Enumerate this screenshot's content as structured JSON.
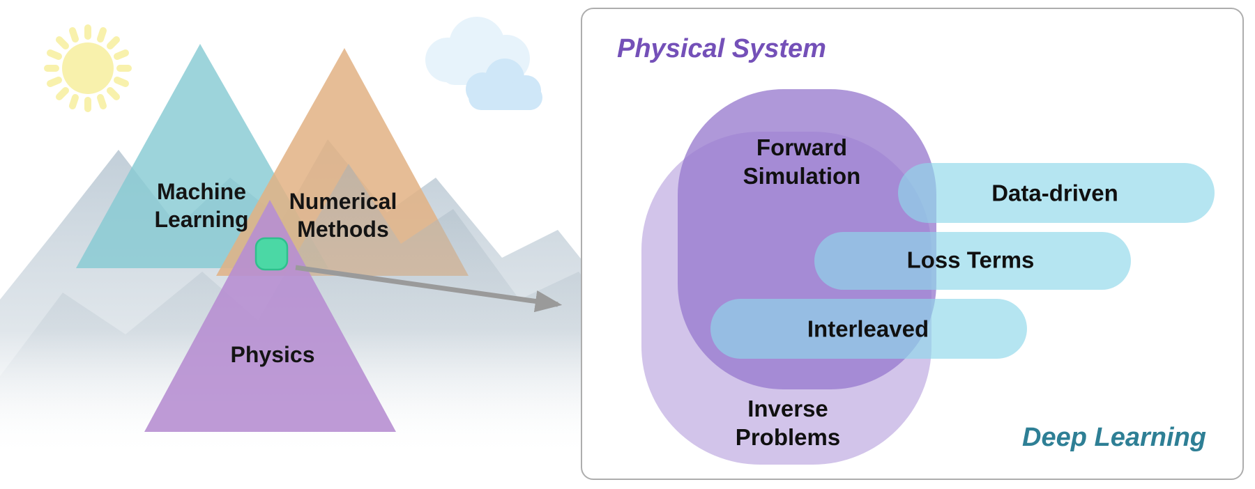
{
  "figure": {
    "venn": {
      "machine_learning_label": "Machine\nLearning",
      "numerical_methods_label": "Numerical\nMethods",
      "physics_label": "Physics"
    },
    "panel": {
      "title": "Physical System",
      "deep_learning_label": "Deep Learning",
      "forward_simulation_label": "Forward\nSimulation",
      "inverse_problems_label": "Inverse\nProblems",
      "pills": [
        {
          "label": "Data-driven"
        },
        {
          "label": "Loss Terms"
        },
        {
          "label": "Interleaved"
        }
      ]
    }
  },
  "colors": {
    "machine_learning_triangle": "#85c9d2",
    "numerical_methods_triangle": "#e2b184",
    "physics_triangle": "#b78fd2",
    "intersection_marker": "#4bd8a5",
    "intersection_marker_edge": "#2fbf8d",
    "arrow": "#9a9a9a",
    "physical_system_text": "#7450b8",
    "deep_learning_text": "#2e7f95",
    "forward_blob": "#a88ed5",
    "inverse_blob": "#c9b8e5",
    "pill": "#a6e0ee",
    "sun": "#f8f1ac",
    "cloud_light": "#e7f3fb",
    "cloud_blue": "#cfe7f8"
  }
}
